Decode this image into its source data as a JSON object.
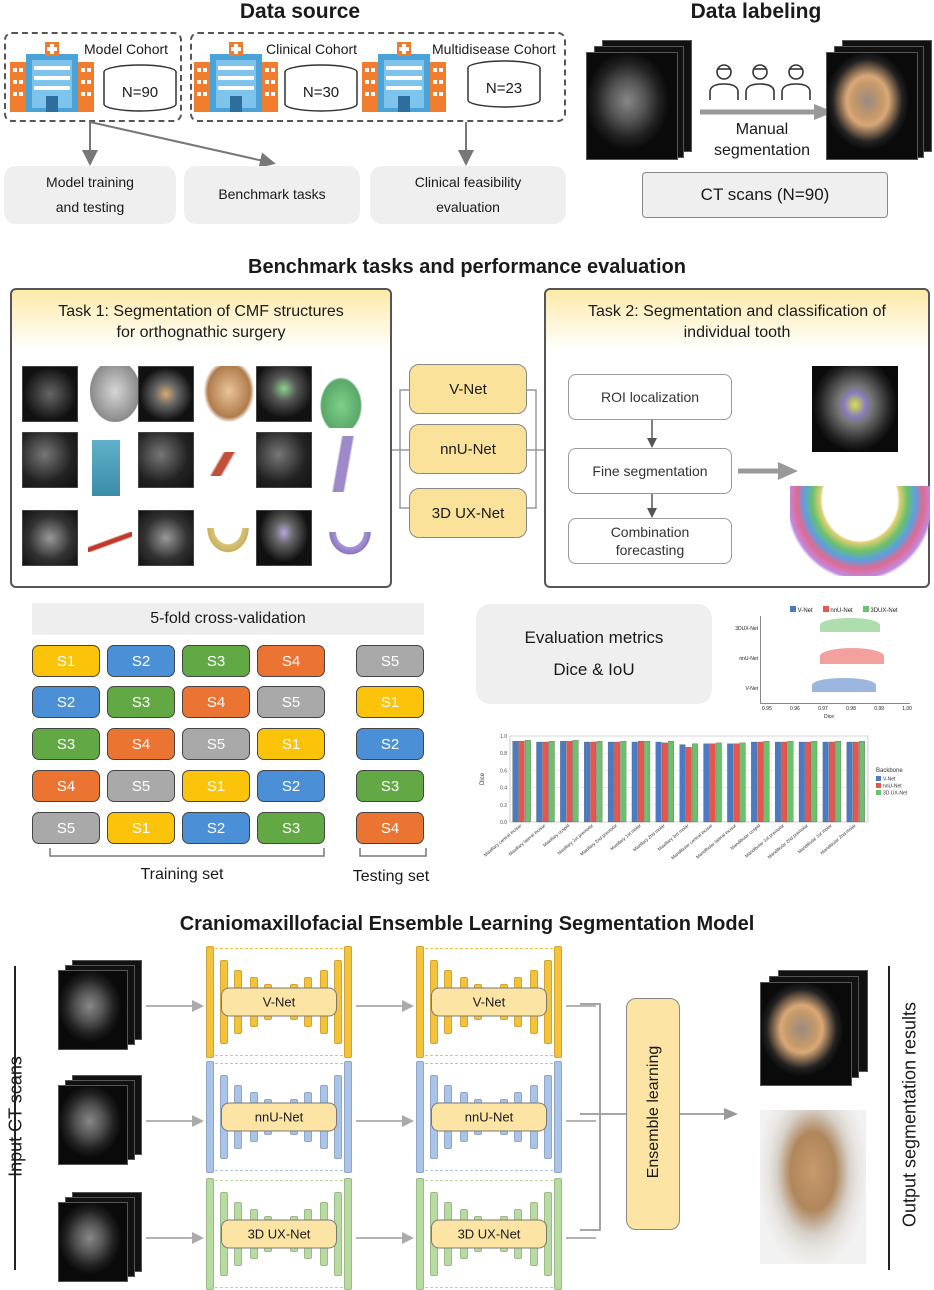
{
  "data_source": {
    "title": "Data source",
    "cohorts": [
      {
        "label": "Model Cohort",
        "n": "N=90"
      },
      {
        "label": "Clinical Cohort",
        "n": "N=30"
      },
      {
        "label": "Multidisease Cohort",
        "n": "N=23"
      }
    ],
    "outputs": [
      "Model training\nand testing",
      "Benchmark tasks",
      "Clinical feasibility\nevaluation"
    ]
  },
  "data_labeling": {
    "title": "Data labeling",
    "manual": "Manual\nsegmentation",
    "ct_scans": "CT scans (N=90)"
  },
  "benchmark": {
    "title": "Benchmark tasks and performance evaluation",
    "task1": "Task 1: Segmentation of CMF structures\nfor orthognathic surgery",
    "task2": "Task 2: Segmentation and classification of\nindividual tooth",
    "nets": [
      "V-Net",
      "nnU-Net",
      "3D UX-Net"
    ],
    "flow": [
      "ROI localization",
      "Fine segmentation",
      "Combination\nforecasting"
    ]
  },
  "cv": {
    "title": "5-fold cross-validation",
    "train_rows": [
      [
        "S1",
        "S2",
        "S3",
        "S4"
      ],
      [
        "S2",
        "S3",
        "S4",
        "S5"
      ],
      [
        "S3",
        "S4",
        "S5",
        "S1"
      ],
      [
        "S4",
        "S5",
        "S1",
        "S2"
      ],
      [
        "S5",
        "S1",
        "S2",
        "S3"
      ]
    ],
    "test_col": [
      "S5",
      "S1",
      "S2",
      "S3",
      "S4"
    ],
    "training_label": "Training set",
    "testing_label": "Testing set",
    "colors": {
      "S1": "#fcc30b",
      "S2": "#4b8fd6",
      "S3": "#62a844",
      "S4": "#ec7432",
      "S5": "#a9a9a9"
    }
  },
  "metrics": {
    "line1": "Evaluation metrics",
    "line2": "Dice & IoU"
  },
  "raincloud": {
    "legend": [
      "V-Net",
      "nnU-Net",
      "3DUX-Net"
    ],
    "rows": [
      "3DUX-Net",
      "nnU-Net",
      "V-Net"
    ],
    "x_ticks": [
      "0.95",
      "0.96",
      "0.97",
      "0.98",
      "0.99",
      "1.00"
    ],
    "xlabel": "Dice"
  },
  "chart_data": {
    "type": "bar",
    "ylabel": "Dice",
    "ylim": [
      0,
      1.0
    ],
    "y_ticks": [
      "0.0",
      "0.2",
      "0.4",
      "0.6",
      "0.8",
      "1.0"
    ],
    "legend_title": "Backbone",
    "categories": [
      "Maxillary central incisor",
      "Maxillary lateral incisor",
      "Maxillary cuspid",
      "Maxillary 1st premolar",
      "Maxillary 2nd premolar",
      "Maxillary 1st molar",
      "Maxillary 2nd molar",
      "Maxillary 3rd molar",
      "Mandibular central incisor",
      "Mandibular lateral incisor",
      "Mandibular cuspid",
      "Mandibular 1st premolar",
      "Mandibular 2nd premolar",
      "Mandibular 1st molar",
      "Mandibular 2nd molar"
    ],
    "series": [
      {
        "name": "V-Net",
        "color": "#4b7bc4",
        "values": [
          0.94,
          0.93,
          0.94,
          0.93,
          0.93,
          0.93,
          0.93,
          0.9,
          0.91,
          0.91,
          0.93,
          0.93,
          0.93,
          0.93,
          0.93
        ]
      },
      {
        "name": "nnU-Net",
        "color": "#e8544e",
        "values": [
          0.94,
          0.93,
          0.94,
          0.93,
          0.93,
          0.94,
          0.92,
          0.87,
          0.91,
          0.91,
          0.93,
          0.93,
          0.93,
          0.93,
          0.93
        ]
      },
      {
        "name": "3D UX-Net",
        "color": "#6cc26c",
        "values": [
          0.95,
          0.94,
          0.95,
          0.94,
          0.94,
          0.94,
          0.94,
          0.91,
          0.92,
          0.92,
          0.94,
          0.94,
          0.94,
          0.94,
          0.94
        ]
      }
    ]
  },
  "ensemble": {
    "title": "Craniomaxillofacial Ensemble Learning Segmentation Model",
    "input_label": "Input CT scans",
    "output_label": "Output segmentation results",
    "ensemble_label": "Ensemble learning",
    "nets": [
      "V-Net",
      "nnU-Net",
      "3D UX-Net"
    ],
    "arch_colors": [
      "#f5c33b",
      "#a9c4e8",
      "#b7dba0"
    ]
  }
}
